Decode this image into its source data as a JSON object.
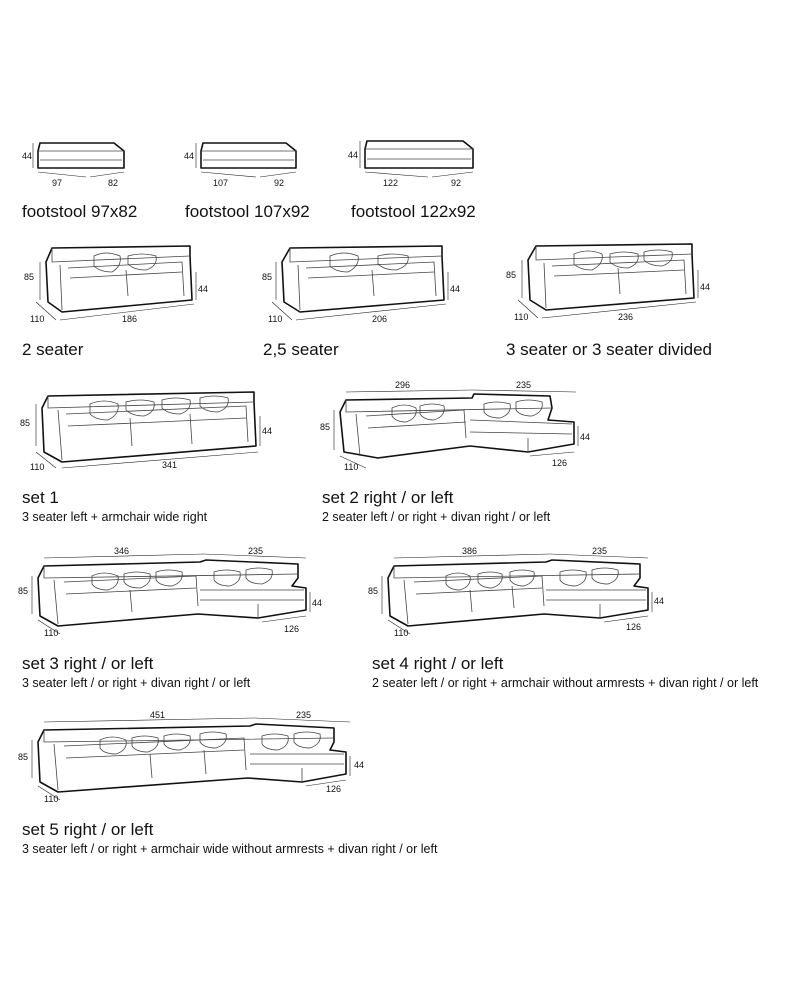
{
  "footstools": [
    {
      "label": "footstool 97x82",
      "h": "44",
      "w": "97",
      "d": "82"
    },
    {
      "label": "footstool 107x92",
      "h": "44",
      "w": "107",
      "d": "92"
    },
    {
      "label": "footstool 122x92",
      "h": "44",
      "w": "122",
      "d": "92"
    }
  ],
  "sofas": [
    {
      "label": "2 seater",
      "h": "85",
      "seat": "44",
      "d": "110",
      "w": "186"
    },
    {
      "label": "2,5 seater",
      "h": "85",
      "seat": "44",
      "d": "110",
      "w": "206"
    },
    {
      "label": "3 seater or 3 seater divided",
      "h": "85",
      "seat": "44",
      "d": "110",
      "w": "236"
    }
  ],
  "sets": [
    {
      "label": "set 1",
      "desc": "3 seater left + armchair wide right",
      "h": "85",
      "seat": "44",
      "d": "110",
      "w": "341"
    },
    {
      "label": "set 2 right / or left",
      "desc": "2 seater left / or right + divan right / or left",
      "h": "85",
      "seat": "44",
      "d": "110",
      "w": "296",
      "w2": "235",
      "d2": "126"
    },
    {
      "label": "set 3 right / or left",
      "desc": "3 seater left / or right + divan right / or left",
      "h": "85",
      "seat": "44",
      "d": "110",
      "w": "346",
      "w2": "235",
      "d2": "126"
    },
    {
      "label": "set 4 right / or left",
      "desc": "2 seater left / or right + armchair without armrests + divan right / or left",
      "h": "85",
      "seat": "44",
      "d": "110",
      "w": "386",
      "w2": "235",
      "d2": "126"
    },
    {
      "label": "set 5 right / or left",
      "desc": "3 seater left / or right + armchair wide without armrests + divan right / or left",
      "h": "85",
      "seat": "44",
      "d": "110",
      "w": "451",
      "w2": "235",
      "d2": "126"
    }
  ]
}
